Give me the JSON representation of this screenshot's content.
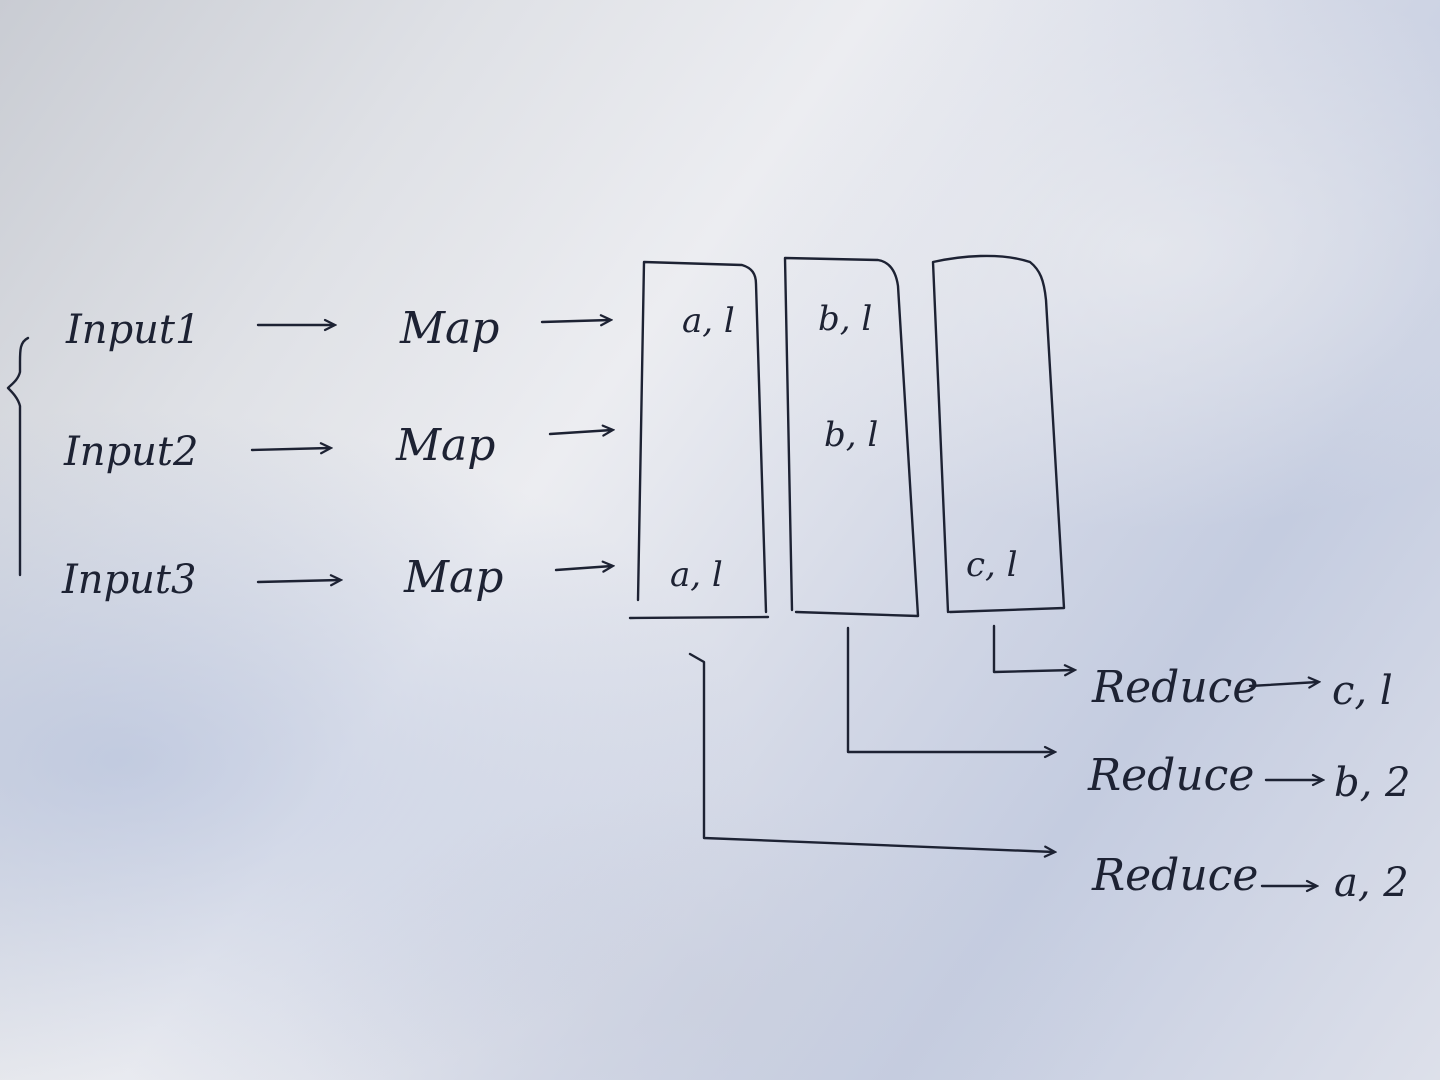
{
  "inputs": [
    "Input1",
    "Input2",
    "Input3"
  ],
  "maps": [
    "Map",
    "Map",
    "Map"
  ],
  "partitions": {
    "a_top": "a, l",
    "a_bottom": "a, l",
    "b_top": "b, l",
    "b_mid": "b, l",
    "c_bottom": "c, l"
  },
  "reducers": [
    {
      "label": "Reduce",
      "result": "c, l"
    },
    {
      "label": "Reduce",
      "result": "b, 2"
    },
    {
      "label": "Reduce",
      "result": "a, 2"
    }
  ]
}
